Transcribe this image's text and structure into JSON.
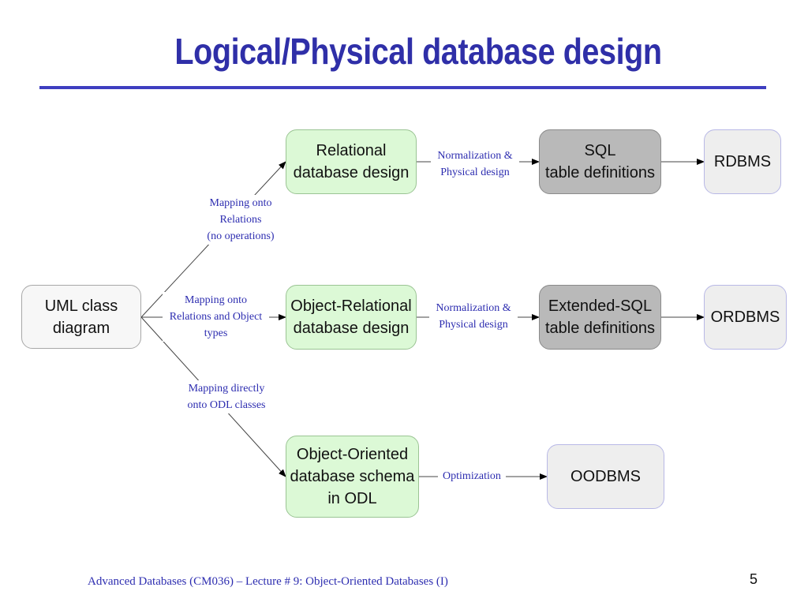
{
  "title": "Logical/Physical database design",
  "nodes": {
    "uml": "UML class\ndiagram",
    "relational": "Relational\ndatabase design",
    "object_relational": "Object-Relational\ndatabase design",
    "object_oriented": "Object-Oriented\ndatabase schema\nin ODL",
    "sql": "SQL\ntable definitions",
    "extended_sql": "Extended-SQL\ntable definitions",
    "rdbms": "RDBMS",
    "ordbms": "ORDBMS",
    "oodbms": "OODBMS"
  },
  "edge_labels": {
    "map_relations": "Mapping onto\nRelations\n(no operations)",
    "map_relations_objects": "Mapping onto\nRelations and Object\ntypes",
    "map_odl": "Mapping directly\nonto ODL classes",
    "norm_1": "Normalization &\nPhysical design",
    "norm_2": "Normalization &\nPhysical design",
    "optimization": "Optimization"
  },
  "footer": "Advanced Databases (CM036) – Lecture # 9: Object-Oriented Databases (I)",
  "page_number": "5",
  "colors": {
    "title": "#2f2fa8",
    "label_text": "#2d2db0",
    "design_box_fill": "#dcf9d6",
    "definition_box_fill": "#b9b9b9",
    "dbms_box_fill": "#eeeeee"
  }
}
